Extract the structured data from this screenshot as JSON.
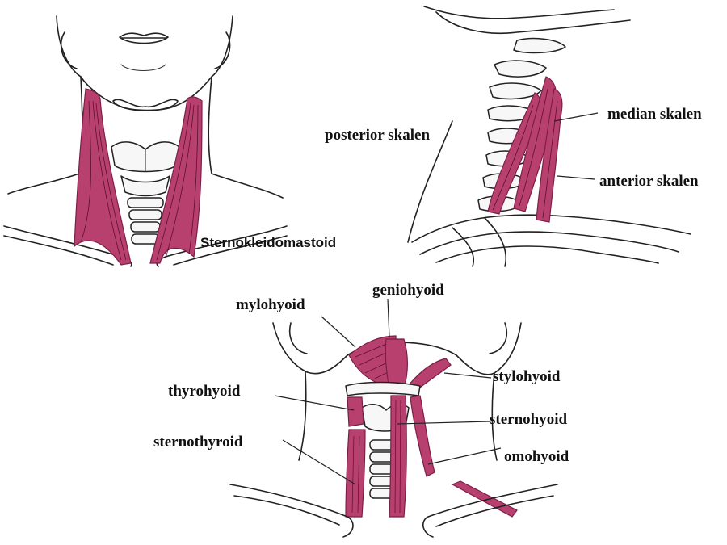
{
  "panels": {
    "sternocleidomastoid": {
      "label": "Sternokleidomastoid"
    },
    "scalene": {
      "labels": {
        "posterior": "posterior skalen",
        "median": "median skalen",
        "anterior": "anterior skalen"
      }
    },
    "hyoid": {
      "labels": {
        "geniohyoid": "geniohyoid",
        "mylohyoid": "mylohyoid",
        "stylohyoid": "stylohyoid",
        "thyrohyoid": "thyrohyoid",
        "sternohyoid": "sternohyoid",
        "sternothyroid": "sternothyroid",
        "omohyoid": "omohyoid"
      }
    }
  },
  "colors": {
    "muscle": "#b8406f",
    "muscle_dark": "#7a1f47",
    "ink": "#222222"
  }
}
